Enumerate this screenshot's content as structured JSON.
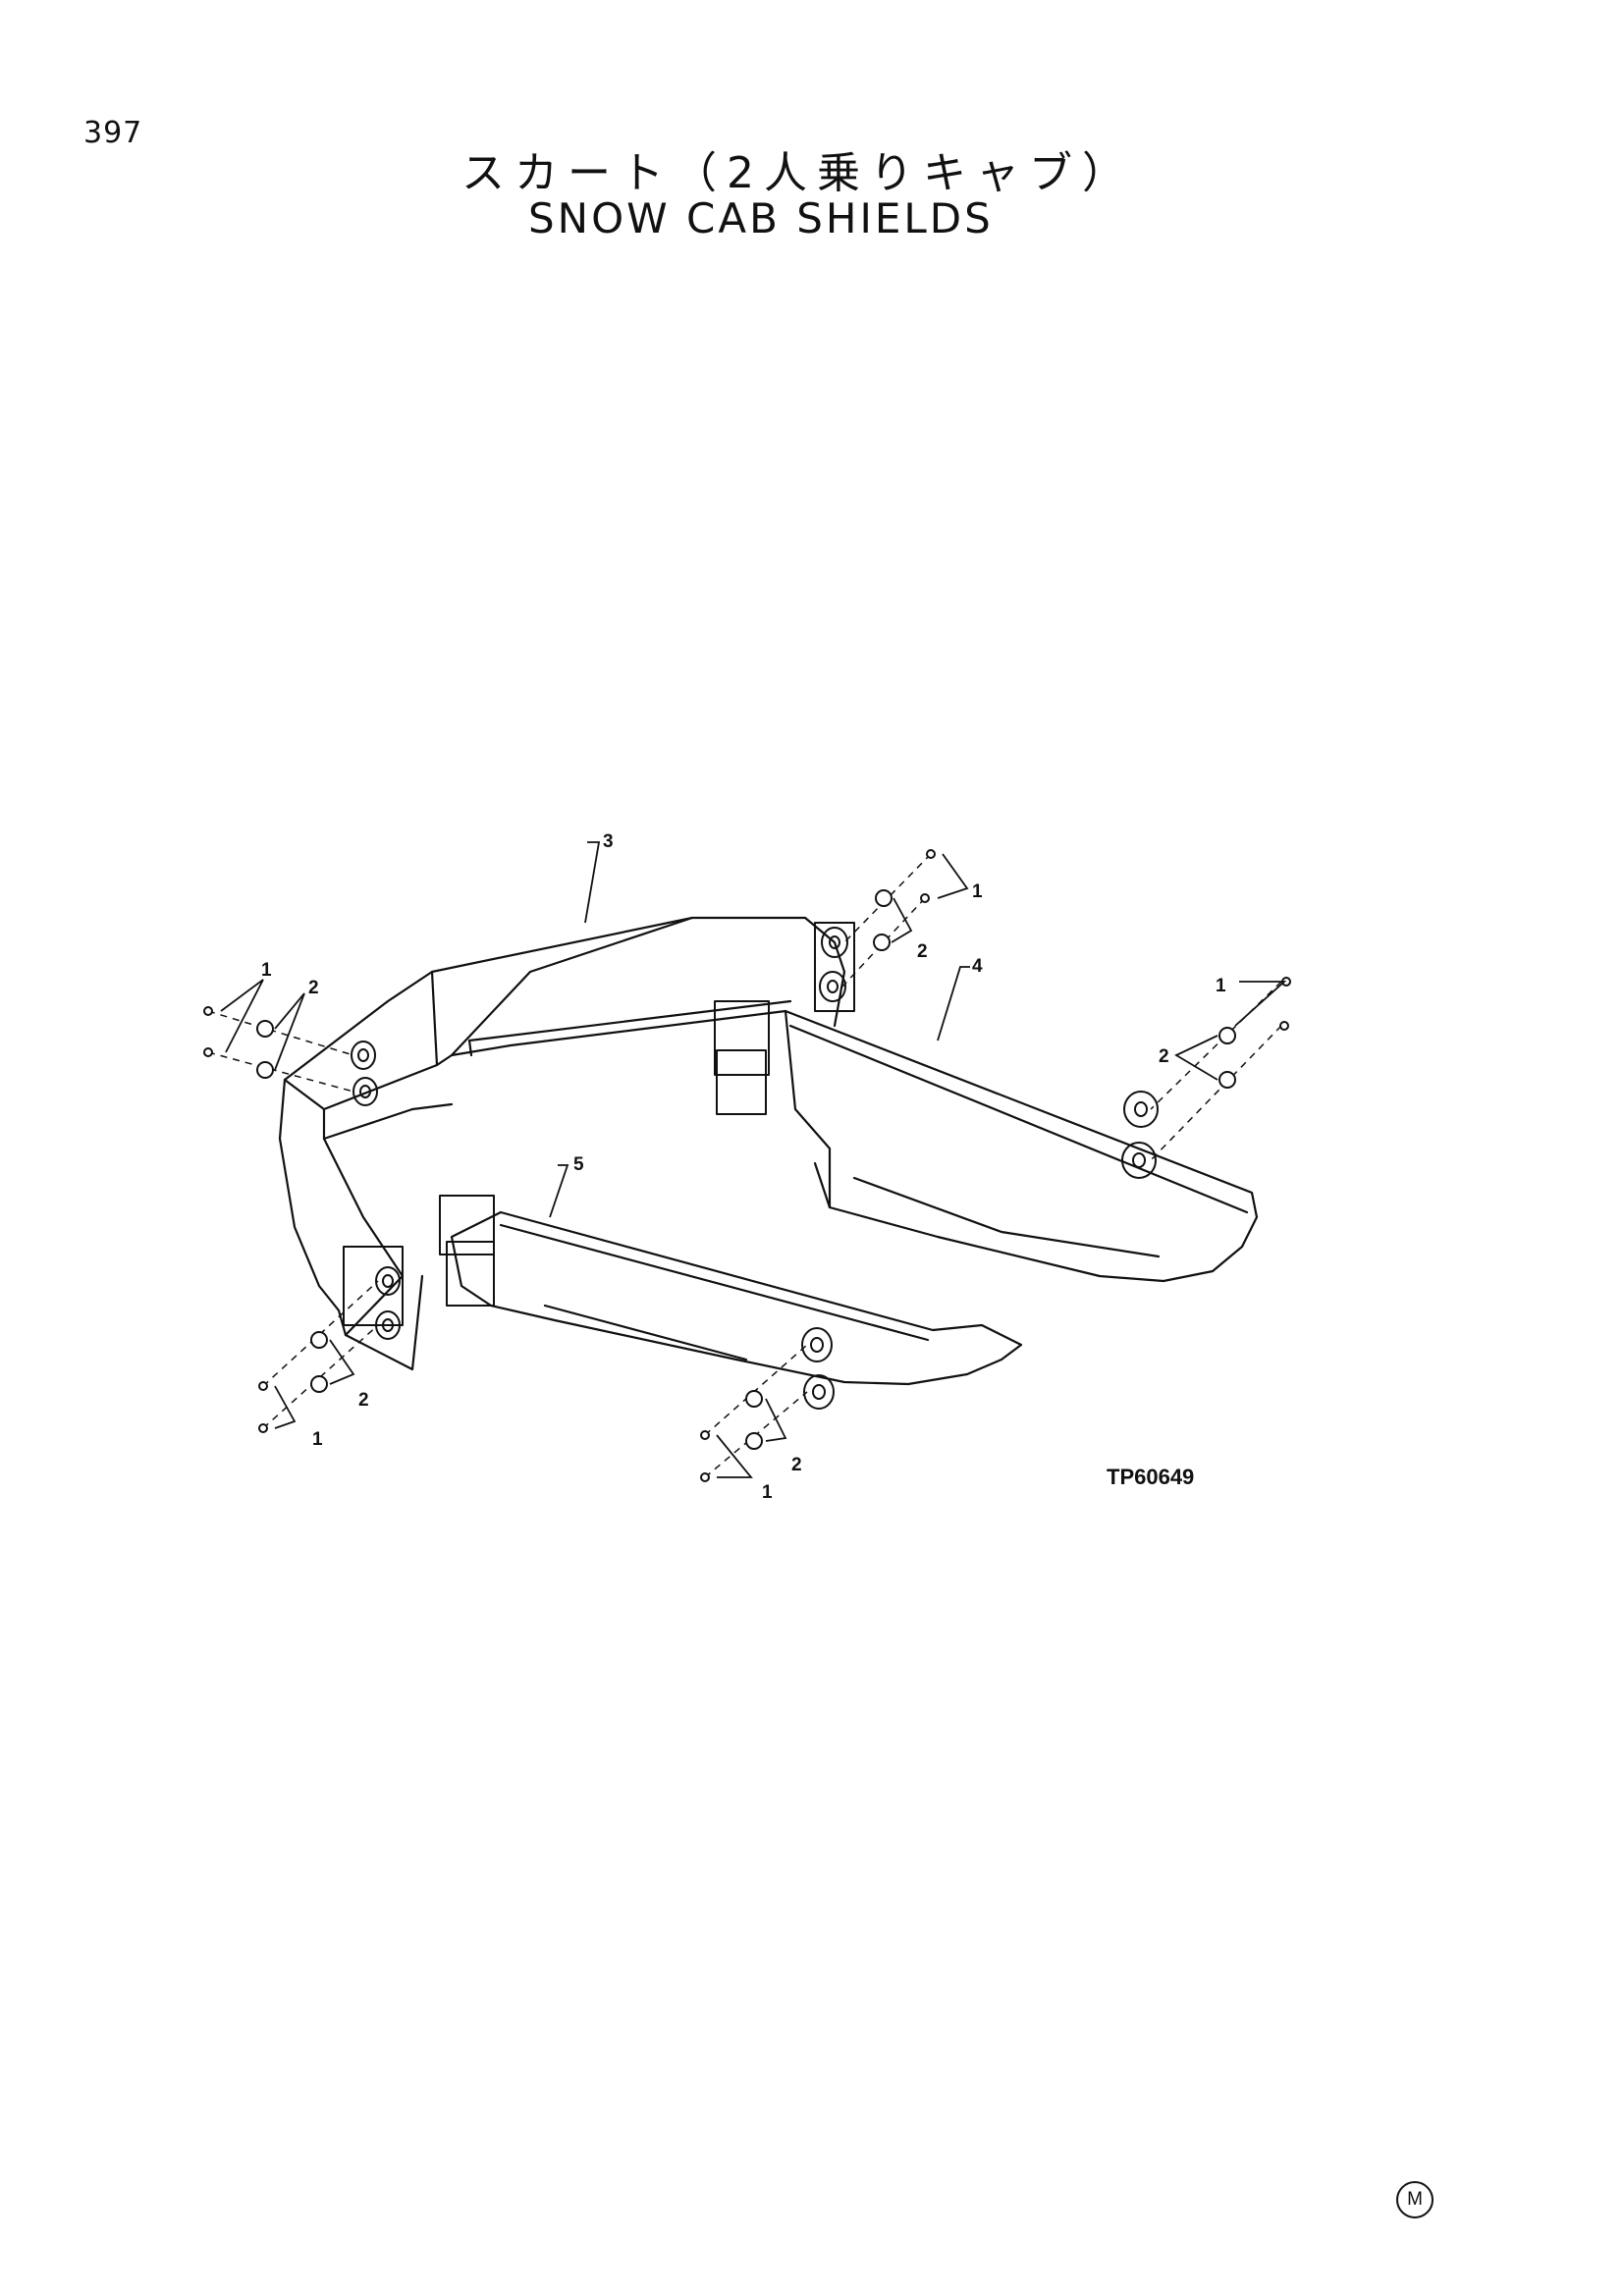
{
  "page": {
    "number": "397",
    "title_ja": "スカート（2人乗りキャブ）",
    "title_en": "SNOW CAB SHIELDS",
    "figure_code": "TP60649",
    "mark": "M"
  },
  "callouts": {
    "item_1": "1",
    "item_2": "2",
    "item_3": "3",
    "item_4": "4",
    "item_5": "5"
  }
}
